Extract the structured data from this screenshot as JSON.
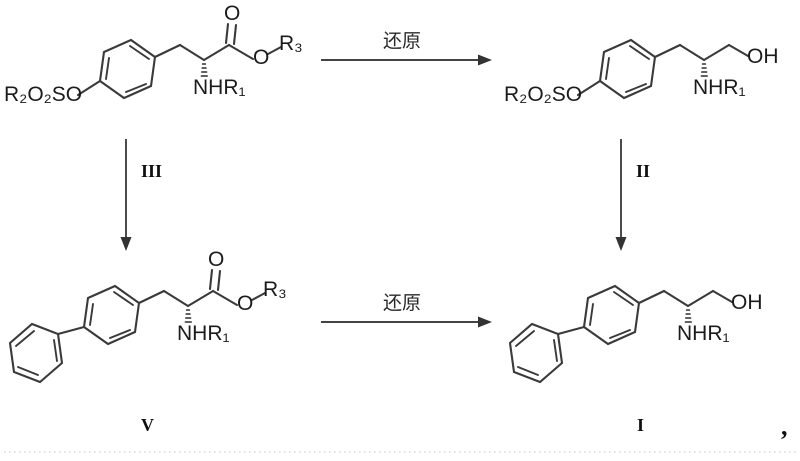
{
  "figure": {
    "type": "chemical-reaction-scheme",
    "title": "",
    "trailing_punctuation": ","
  },
  "structures": [
    {
      "id": "structure-iii",
      "position": "top-left",
      "label": "",
      "labels": {
        "sulfonate": "R₂O₂SO",
        "carbonyl_oxygen": "O",
        "ester_oxygen": "O",
        "ester_group": "R₃",
        "amine": "NHR₁"
      },
      "core": "4-(sulfonyloxy)phenylalanine ester"
    },
    {
      "id": "structure-ii",
      "position": "top-right",
      "label": "",
      "labels": {
        "sulfonate": "R₂O₂SO",
        "hydroxyl": "OH",
        "amine": "NHR₁"
      },
      "core": "4-(sulfonyloxy)phenylalaninol"
    },
    {
      "id": "structure-v",
      "position": "bottom-left",
      "label": "V",
      "labels": {
        "carbonyl_oxygen": "O",
        "ester_oxygen": "O",
        "ester_group": "R₃",
        "amine": "NHR₁"
      },
      "core": "biphenylalanine ester"
    },
    {
      "id": "structure-i",
      "position": "bottom-right",
      "label": "I",
      "labels": {
        "hydroxyl": "OH",
        "amine": "NHR₁"
      },
      "core": "biphenylalaninol"
    }
  ],
  "arrows": [
    {
      "id": "arrow-top",
      "direction": "right",
      "label": "还原",
      "from": "structure-iii",
      "to": "structure-ii"
    },
    {
      "id": "arrow-left",
      "direction": "down",
      "label": "III",
      "from": "structure-iii",
      "to": "structure-v"
    },
    {
      "id": "arrow-right",
      "direction": "down",
      "label": "II",
      "from": "structure-ii",
      "to": "structure-i"
    },
    {
      "id": "arrow-bottom",
      "direction": "right",
      "label": "还原",
      "from": "structure-v",
      "to": "structure-i"
    }
  ],
  "colors": {
    "bond": "#3a3a3a",
    "text": "#1b1b1b",
    "arrow": "#434343",
    "background": "#ffffff",
    "rule": "#c9c9c9"
  }
}
